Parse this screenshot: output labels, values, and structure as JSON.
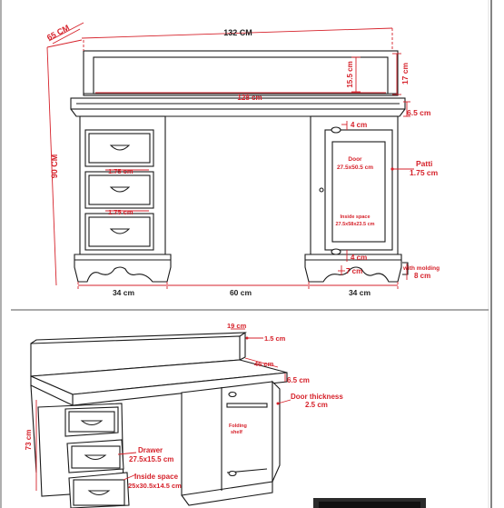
{
  "colors": {
    "dimension": "#d6222b",
    "line": "#1a1a1a",
    "background": "#ffffff"
  },
  "front": {
    "depth": "65 CM",
    "total_width": "132 CM",
    "inner_width": "128 cm",
    "hutch_inner_height": "15.5 cm",
    "hutch_height": "17 cm",
    "top_thickness": "6.5 cm",
    "total_height": "90 CM",
    "trim_a": "1.75 cm",
    "trim_b": "1.75 cm",
    "door_frame": "4 cm",
    "door_label": "Door",
    "door_size": "27.5x50.5 cm",
    "inside_label": "Inside space",
    "inside_size": "27.5x58x23.5 cm",
    "patti_label": "Patti",
    "patti_size": "1.75 cm",
    "bottom_frame": "4 cm",
    "base_inner": "7 cm",
    "molding_label": "with molding",
    "molding_size": "8 cm",
    "left_pedestal": "34 cm",
    "knee_space": "60 cm",
    "right_pedestal": "34 cm"
  },
  "perspective": {
    "hutch_height": "19 cm",
    "hutch_thickness": "1.5 cm",
    "depth": "46 cm",
    "top_thickness": "6.5 cm",
    "door_thickness_label": "Door thickness",
    "door_thickness": "2.5 cm",
    "height": "73 cm",
    "shelf_label_1": "Folding",
    "shelf_label_2": "shelf",
    "drawer_label": "Drawer",
    "drawer_size": "27.5x15.5 cm",
    "inside_label": "Inside space",
    "inside_size": "25x30.5x14.5 cm"
  }
}
